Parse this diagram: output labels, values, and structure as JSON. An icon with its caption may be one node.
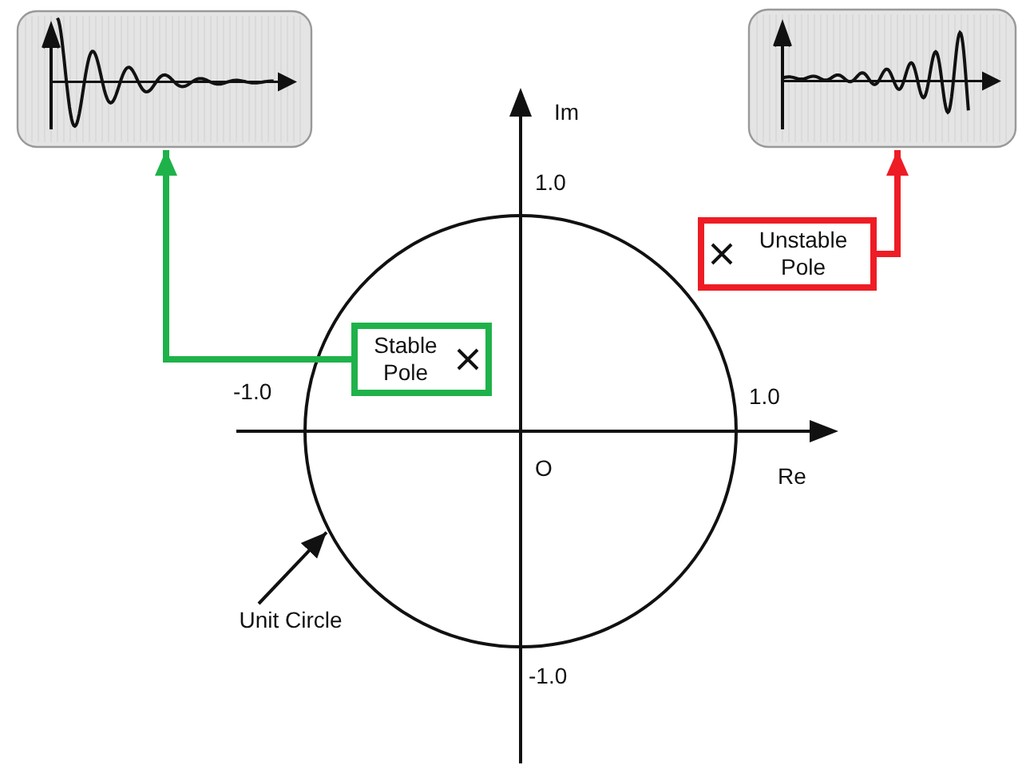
{
  "diagram": {
    "nodes": [
      {
        "text": [],
        "shape": "picture"
      },
      {
        "text": [],
        "shape": "picture"
      },
      {
        "text": [],
        "shape": "circle"
      },
      {
        "text": [
          "Stable Pole"
        ],
        "in": 2
      },
      {
        "text": [
          "Unstable Pole"
        ]
      },
      {
        "text": [
          "Unit Circle"
        ]
      }
    ],
    "edges": [
      {
        "from": 3,
        "to": 0,
        "arrow": "to",
        "color": "#1fb24a"
      },
      {
        "from": 4,
        "to": 1,
        "arrow": "to",
        "color": "#ee1c25"
      },
      {
        "from": 5,
        "to": 2,
        "arrow": "to",
        "color": "#111111"
      }
    ],
    "labels": [
      "Im",
      "1.0",
      "-1.0",
      "1.0",
      "O",
      "Re",
      "-1.0"
    ]
  }
}
